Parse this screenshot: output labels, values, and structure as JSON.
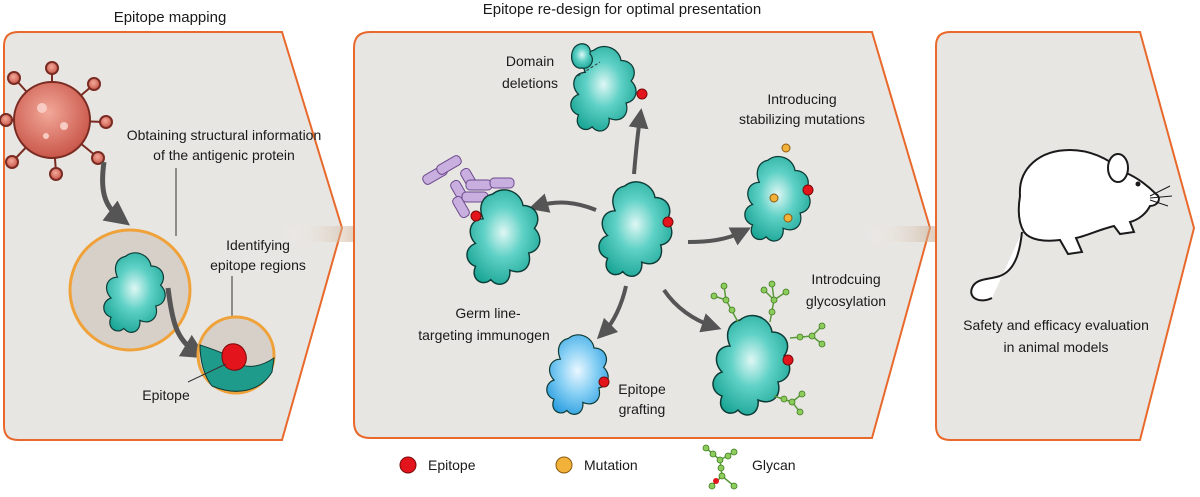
{
  "panels": {
    "mapping": {
      "title": "Epitope mapping",
      "structural_info_line1": "Obtaining structural information",
      "structural_info_line2": "of the antigenic protein",
      "identifying_line1": "Identifying",
      "identifying_line2": "epitope regions",
      "epitope": "Epitope"
    },
    "redesign": {
      "title": "Epitope re-design for optimal presentation",
      "domain_line1": "Domain",
      "domain_line2": "deletions",
      "stabilizing_line1": "Introducing",
      "stabilizing_line2": "stabilizing mutations",
      "germline_line1": "Germ line-",
      "germline_line2": "targeting immunogen",
      "glyco_line1": "Introdcuing",
      "glyco_line2": "glycosylation",
      "grafting_line1": "Epitope",
      "grafting_line2": "grafting"
    },
    "evaluation": {
      "line1": "Safety and efficacy evaluation",
      "line2": "in animal models"
    }
  },
  "legend": {
    "epitope": "Epitope",
    "mutation": "Mutation",
    "glycan": "Glycan"
  },
  "colors": {
    "panel_fill": "#e8e6e3",
    "panel_border": "#e8692b",
    "protein": "#36bfb2",
    "epitope": "#e3141b",
    "mutation": "#f2b23a",
    "glycan": "#8ccc5a",
    "virus": "#e07a6a",
    "antibody": "#c9aee0",
    "graft": "#5bb8ec"
  }
}
